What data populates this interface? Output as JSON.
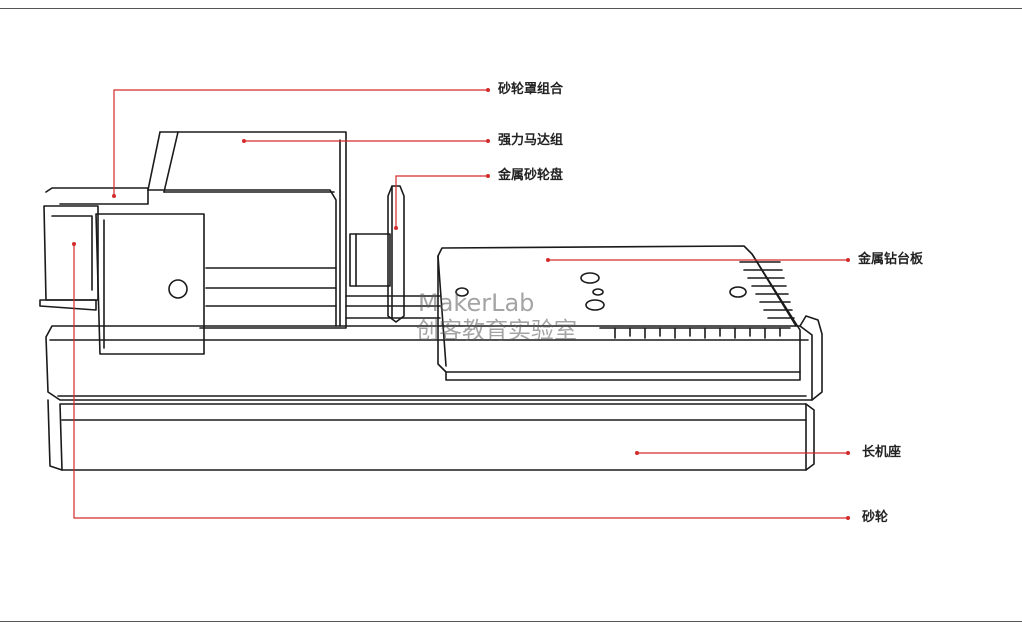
{
  "colors": {
    "leader": "#d42a2a",
    "outline": "#1a1a1a",
    "frame": "#555555"
  },
  "watermark": {
    "brand": "MakerLab",
    "subtitle": "创客教育实验室"
  },
  "callouts": {
    "grinding_wheel_guard": "砂轮罩组合",
    "motor": "强力马达组",
    "metal_wheel_disc": "金属砂轮盘",
    "drill_plate": "金属钻台板",
    "long_base": "长机座",
    "grinding_wheel": "砂轮"
  }
}
